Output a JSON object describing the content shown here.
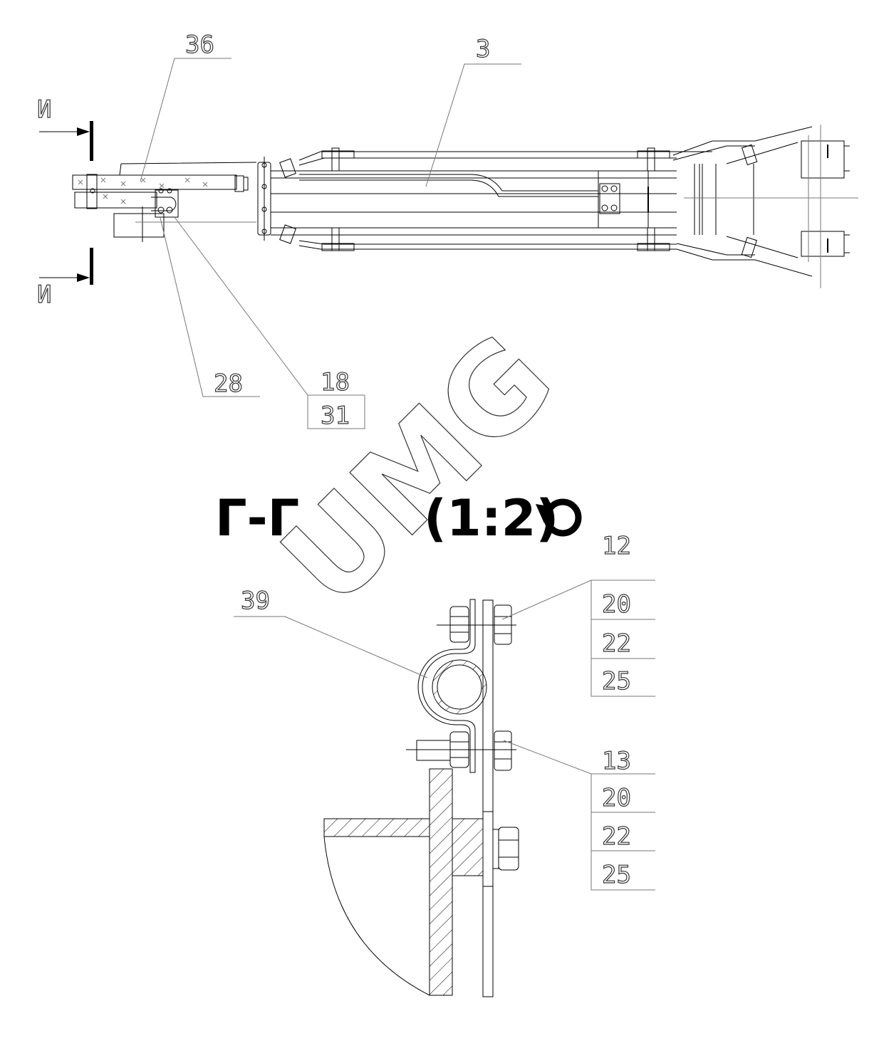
{
  "drawing": {
    "top_view": {
      "section_marks": [
        "И",
        "И"
      ],
      "callouts": {
        "c36": "36",
        "c3": "3",
        "c28": "28",
        "c18": "18",
        "c31": "31"
      }
    },
    "section_view": {
      "title": "Г-Г",
      "scale": "(1:2)",
      "rotation_icon": "rotate-icon",
      "callouts": {
        "c39": "39",
        "c12": "12",
        "c12_stack": [
          "20",
          "22",
          "25"
        ],
        "c13": "13",
        "c13_stack": [
          "20",
          "22",
          "25"
        ]
      }
    },
    "watermark": "UMG"
  }
}
